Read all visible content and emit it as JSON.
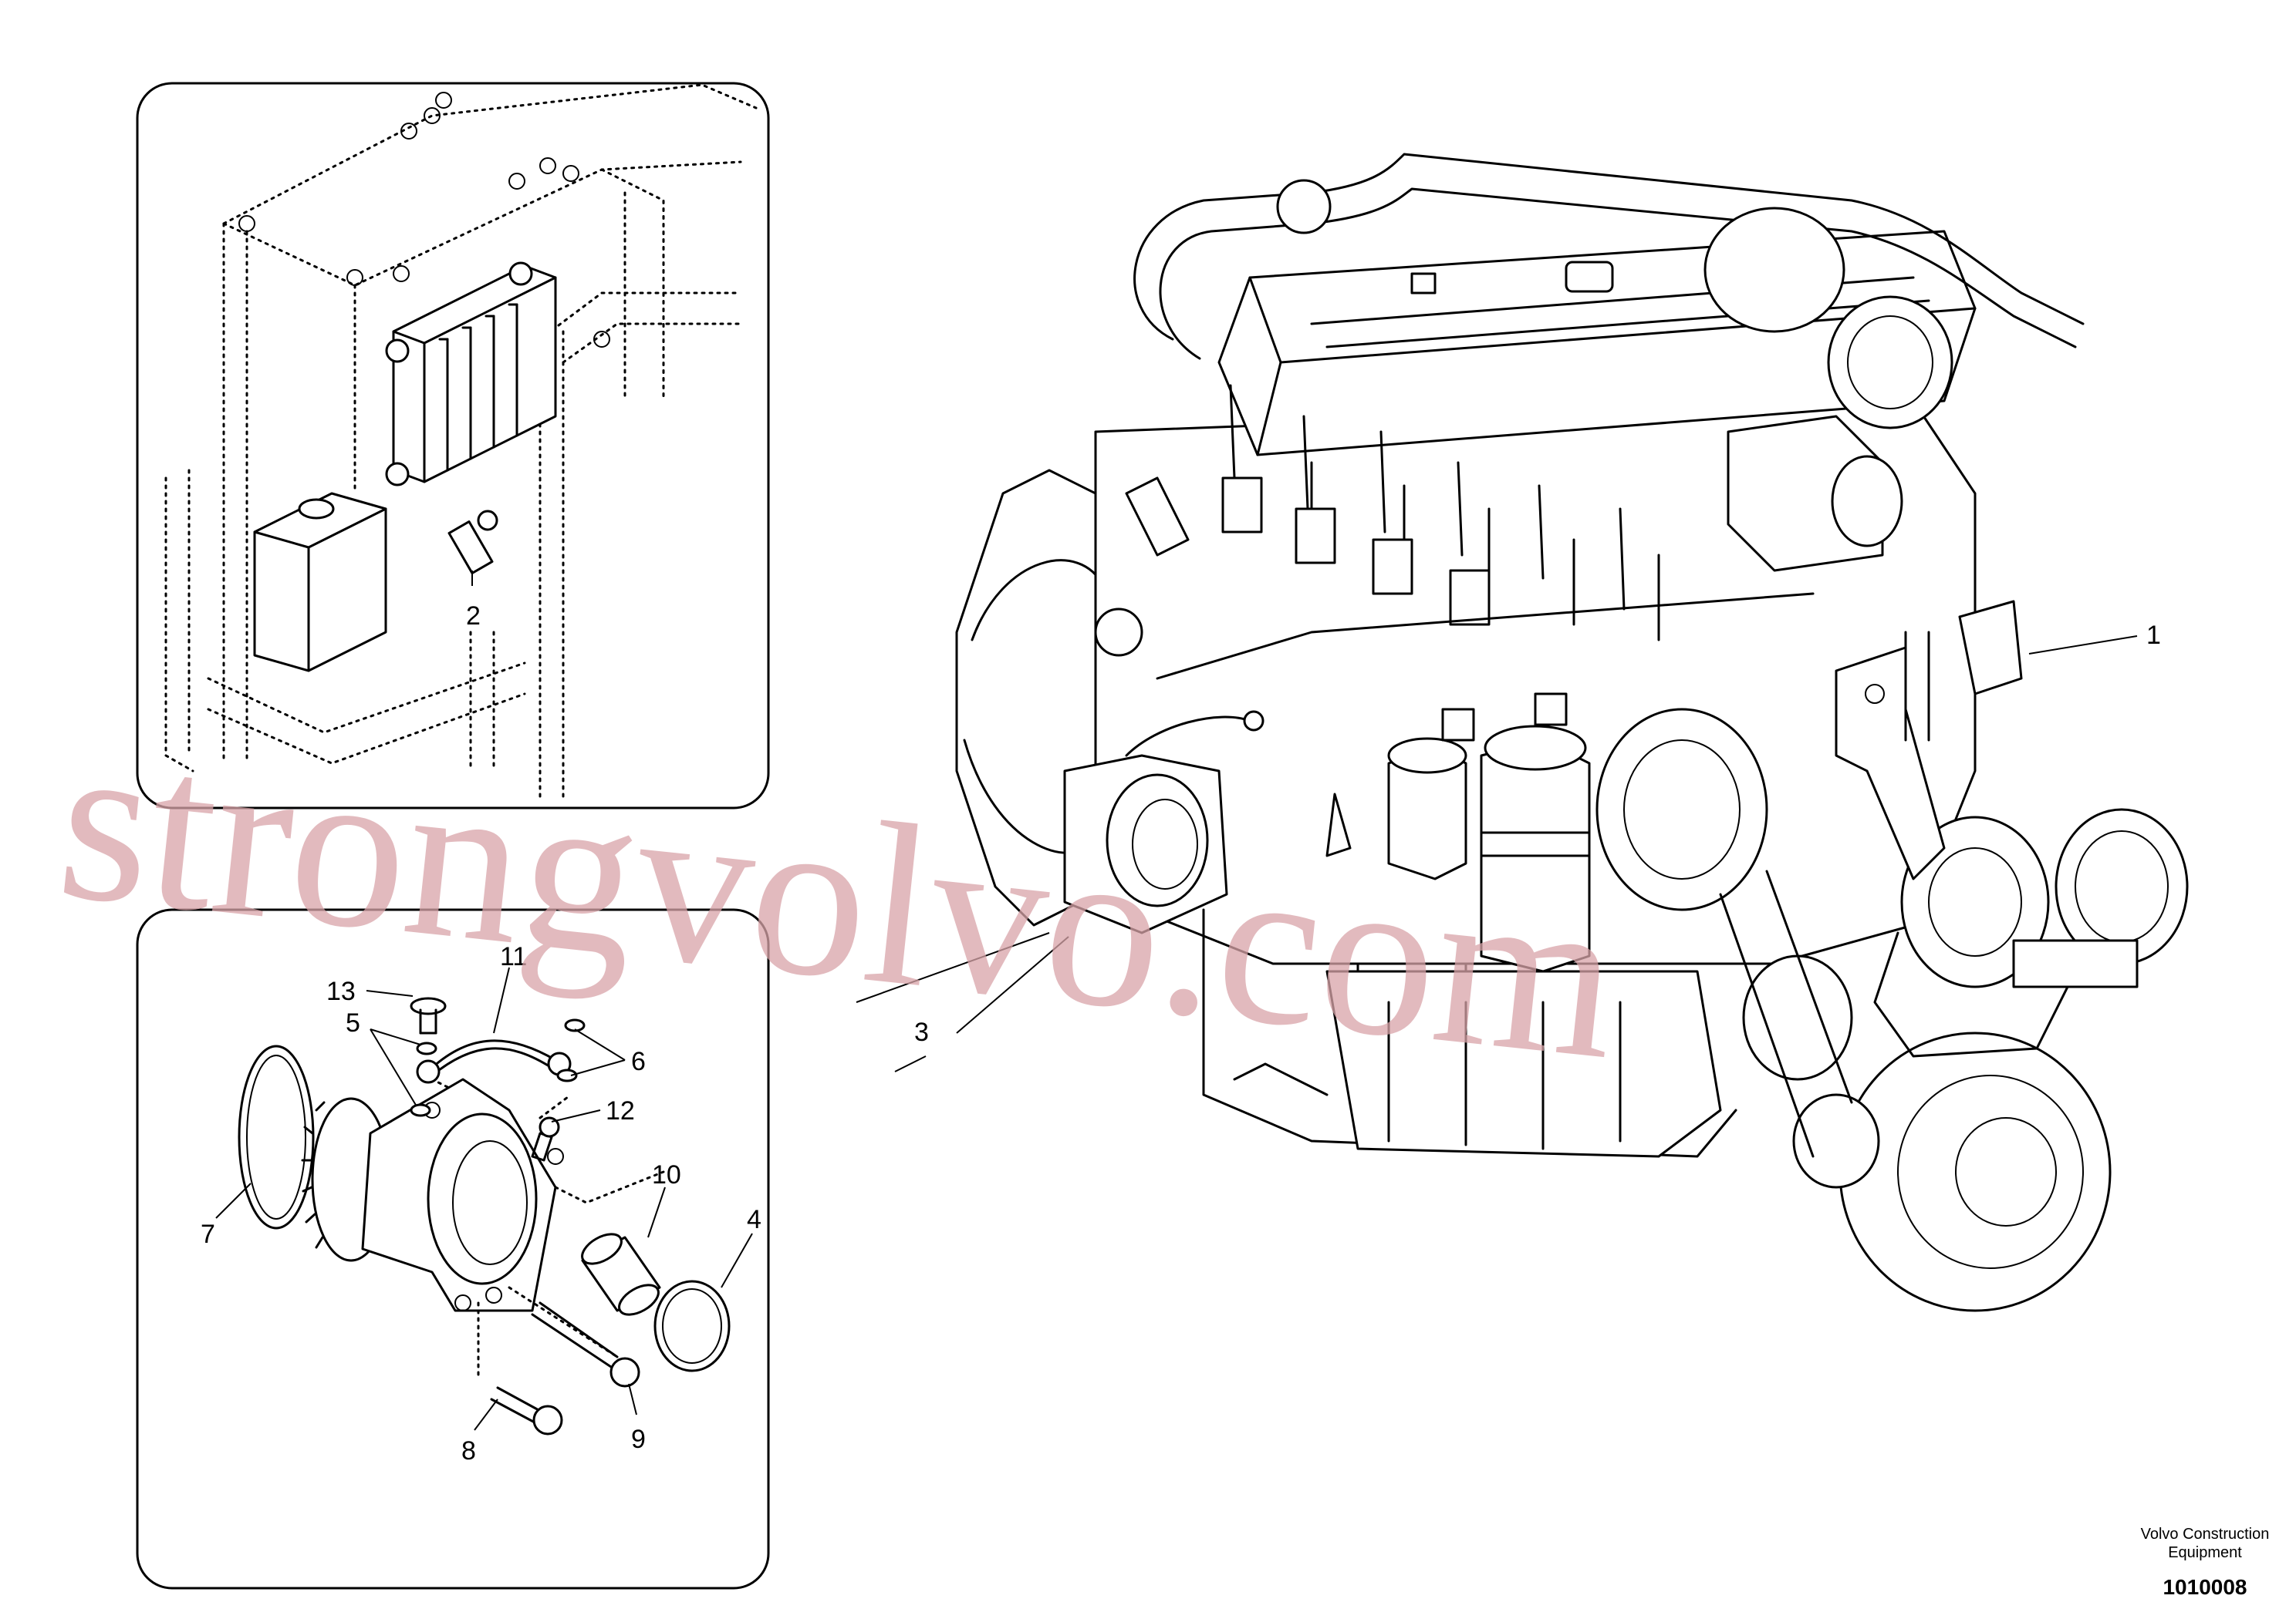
{
  "callouts": {
    "c1": "1",
    "c2": "2",
    "c3": "3",
    "c4": "4",
    "c5": "5",
    "c6": "6",
    "c7": "7",
    "c8": "8",
    "c9": "9",
    "c10": "10",
    "c11": "11",
    "c12": "12",
    "c13": "13"
  },
  "watermark": "strongvolvo.com",
  "footer": {
    "company_line1": "Volvo Construction",
    "company_line2": "Equipment",
    "drawing_number": "1010008"
  }
}
